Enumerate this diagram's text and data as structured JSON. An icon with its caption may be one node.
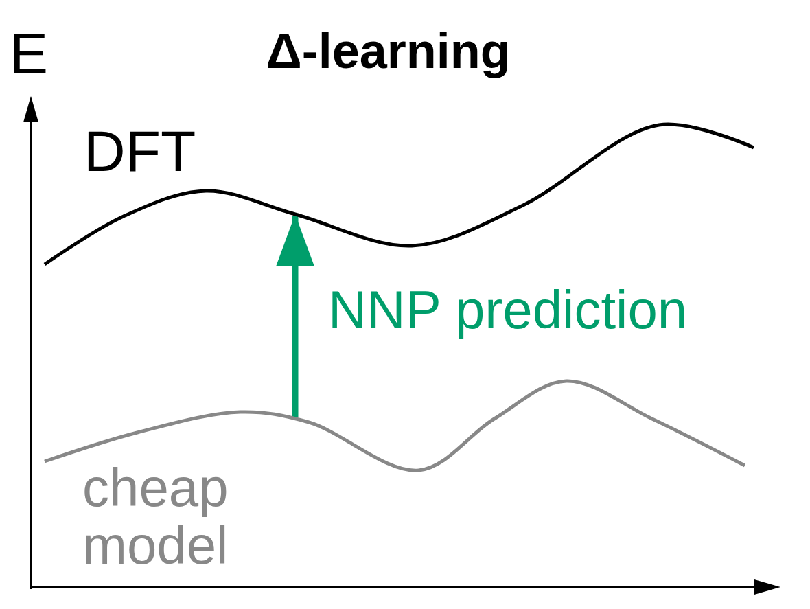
{
  "diagram": {
    "title": "Δ-learning",
    "nodes": [
      {
        "text": [
          "DFT"
        ]
      },
      {
        "text": [],
        "shape": "curve",
        "beside": [
          "cheap model"
        ]
      }
    ],
    "edges": [
      {
        "from": 1,
        "to": 0,
        "arrow": "to",
        "label": "NNP prediction",
        "color": "#009e6b"
      }
    ],
    "labels": [
      "E"
    ]
  }
}
